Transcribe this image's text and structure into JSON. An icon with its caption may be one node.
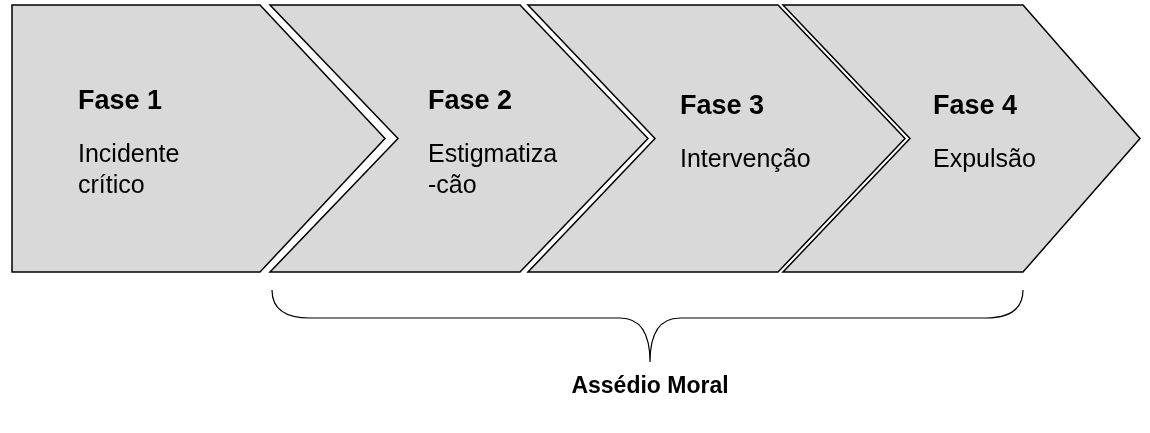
{
  "diagram": {
    "nodes": [
      {
        "text": [
          "Fase 1",
          "Incidente crítico"
        ]
      },
      {
        "text": [
          "Fase 2",
          "Estigmatiza -cão"
        ]
      },
      {
        "text": [
          "Fase 3",
          "Intervenção"
        ]
      },
      {
        "text": [
          "Fase 4",
          "Expulsão"
        ]
      }
    ],
    "labels": [
      "Assédio Moral"
    ]
  }
}
